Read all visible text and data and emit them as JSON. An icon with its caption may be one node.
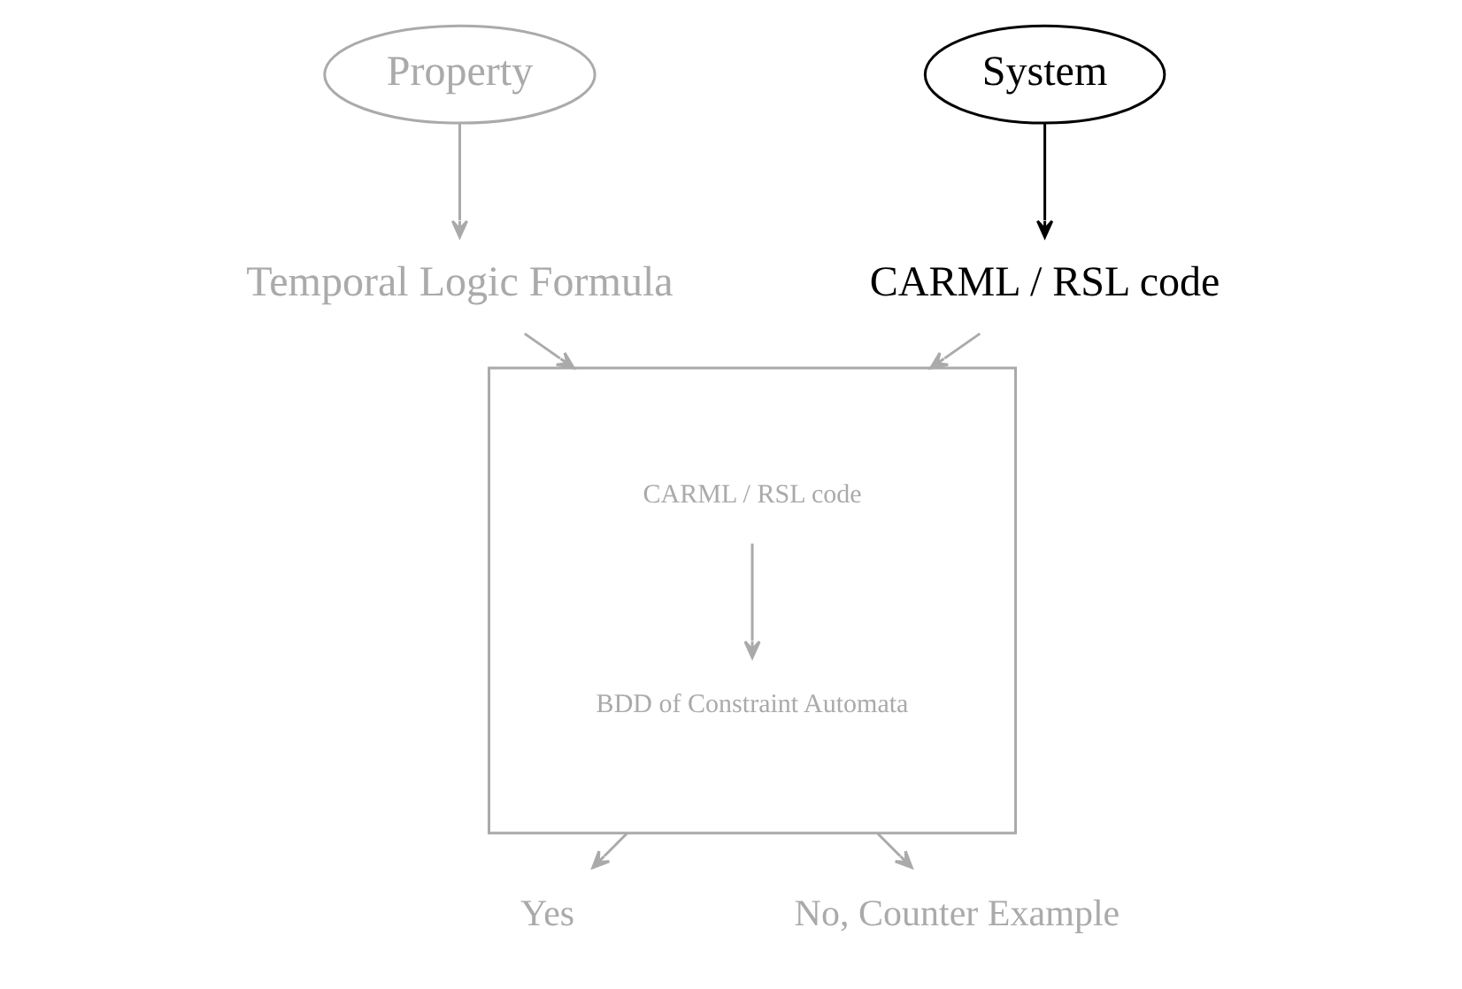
{
  "diagram": {
    "nodes": [
      {
        "text": [
          "Property"
        ]
      },
      {
        "text": [
          "System"
        ]
      },
      {
        "text": [
          "Temporal Logic Formula"
        ]
      },
      {
        "text": [
          "CARML / RSL code"
        ]
      },
      {
        "text": [],
        "shape": "box"
      },
      {
        "text": [
          "CARML / RSL code"
        ],
        "in": 4
      },
      {
        "text": [
          "BDD of Constraint Automata"
        ],
        "in": 4
      },
      {
        "text": [
          "Yes"
        ]
      },
      {
        "text": [
          "No, Counter Example"
        ]
      }
    ],
    "edges": [
      {
        "from": 0,
        "to": 2,
        "arrow": "to"
      },
      {
        "from": 1,
        "to": 3,
        "arrow": "to",
        "color": "#000000"
      },
      {
        "from": 2,
        "to": 4,
        "arrow": "to"
      },
      {
        "from": 3,
        "to": 4,
        "arrow": "to"
      },
      {
        "from": 5,
        "to": 6,
        "arrow": "to"
      },
      {
        "from": 4,
        "to": 7,
        "arrow": "to"
      },
      {
        "from": 4,
        "to": 8,
        "arrow": "to"
      }
    ]
  }
}
